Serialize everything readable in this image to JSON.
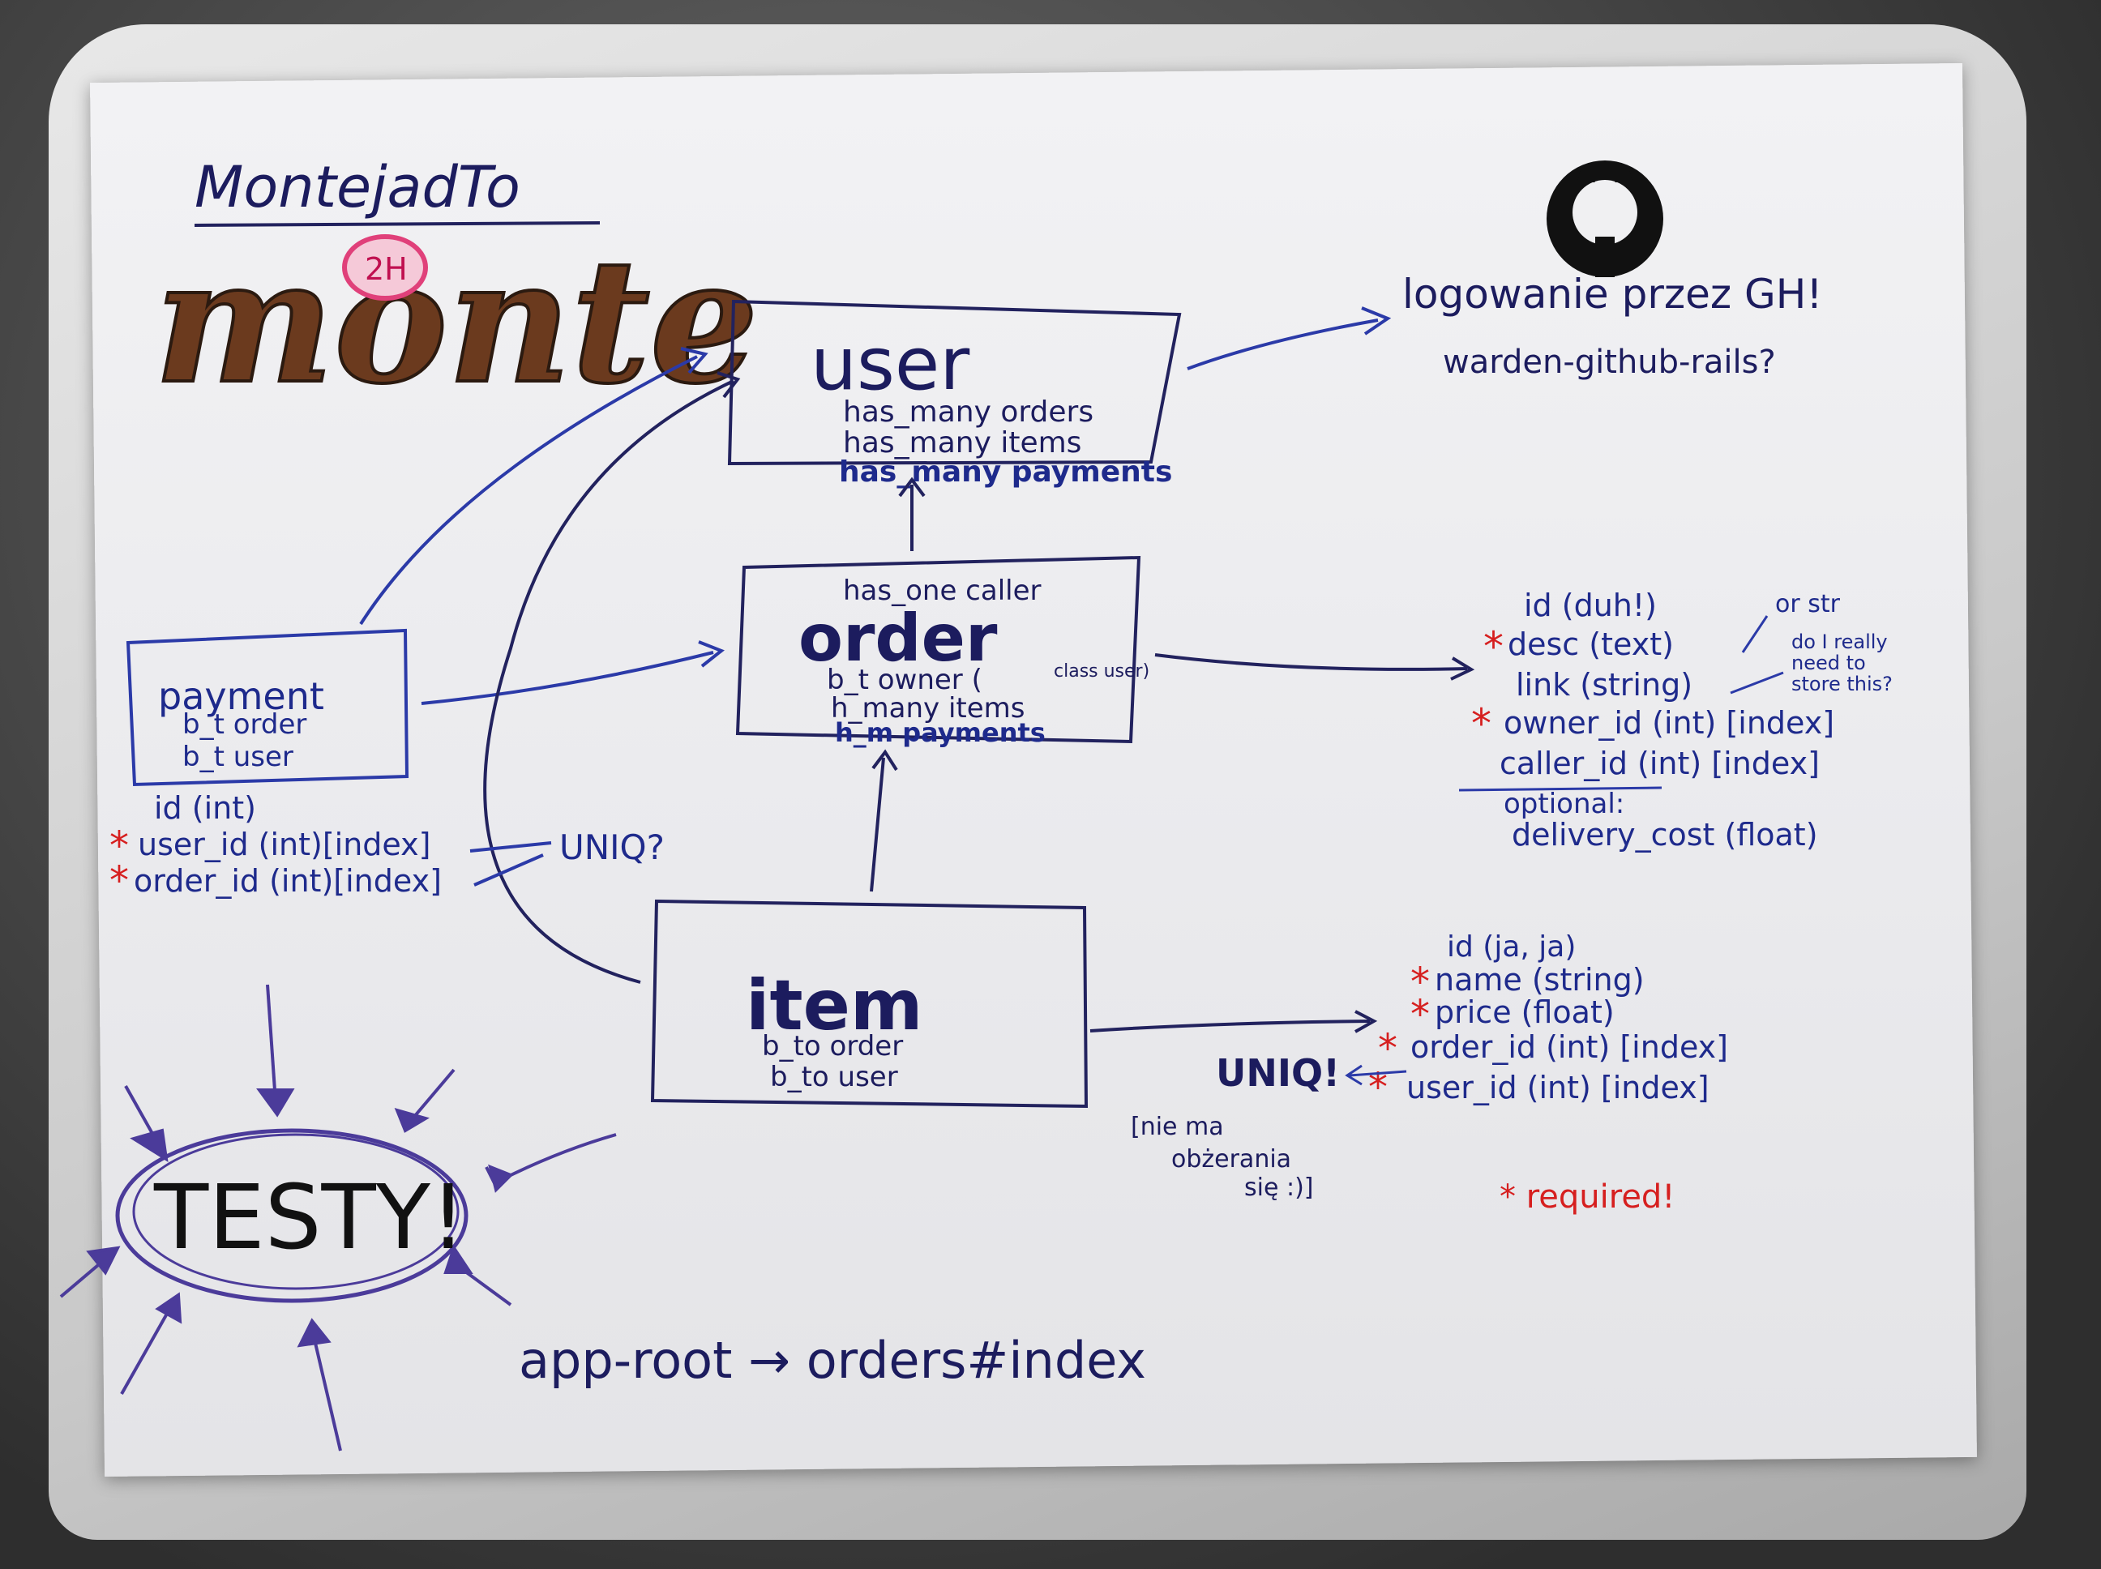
{
  "title": "MontejadTo",
  "logo": {
    "text": "monte",
    "badge": "2H"
  },
  "github": {
    "login_text": "logowanie przez GH!",
    "gem_text": "warden-github-rails?"
  },
  "entities": {
    "user": {
      "name": "user",
      "relations": [
        "has_many orders",
        "has_many items",
        "has_many payments"
      ]
    },
    "order": {
      "name": "order",
      "top_note": "has_one caller",
      "relations": [
        "b_t owner (",
        "h_many items",
        "h_m payments"
      ],
      "class_note": "class user)"
    },
    "payment": {
      "name": "payment",
      "relations": [
        "b_t order",
        "b_t user"
      ]
    },
    "item": {
      "name": "item",
      "relations": [
        "b_to order",
        "b_to user"
      ]
    }
  },
  "payment_fields": [
    "id (int)",
    "user_id (int)[index]",
    "order_id (int)[index]"
  ],
  "payment_uniq": "UNIQ?",
  "order_fields": [
    "id (duh!)",
    "desc (text)",
    "link (string)",
    "owner_id (int) [index]",
    "caller_id (int) [index]"
  ],
  "order_optional_label": "optional:",
  "order_optional_field": "delivery_cost (float)",
  "order_notes": {
    "or_str": "or str",
    "store_note_1": "do I really",
    "store_note_2": "need to",
    "store_note_3": "store this?"
  },
  "item_fields": [
    "id (ja, ja)",
    "name (string)",
    "price (float)",
    "order_id (int) [index]",
    "user_id (int) [index]"
  ],
  "item_uniq": "UNIQ!",
  "item_uniq_note": [
    "[nie ma",
    "obżerania",
    "się :)]"
  ],
  "required_legend": "* required!",
  "testy": "TESTY!",
  "root_route": "app-root → orders#index",
  "colors": {
    "blue_ink": "#1e2a8c",
    "red_ink": "#d61f1f",
    "brown_logo": "#6b3a1e",
    "pink_badge": "#e0407a",
    "purple_ink": "#4b3b9a"
  }
}
